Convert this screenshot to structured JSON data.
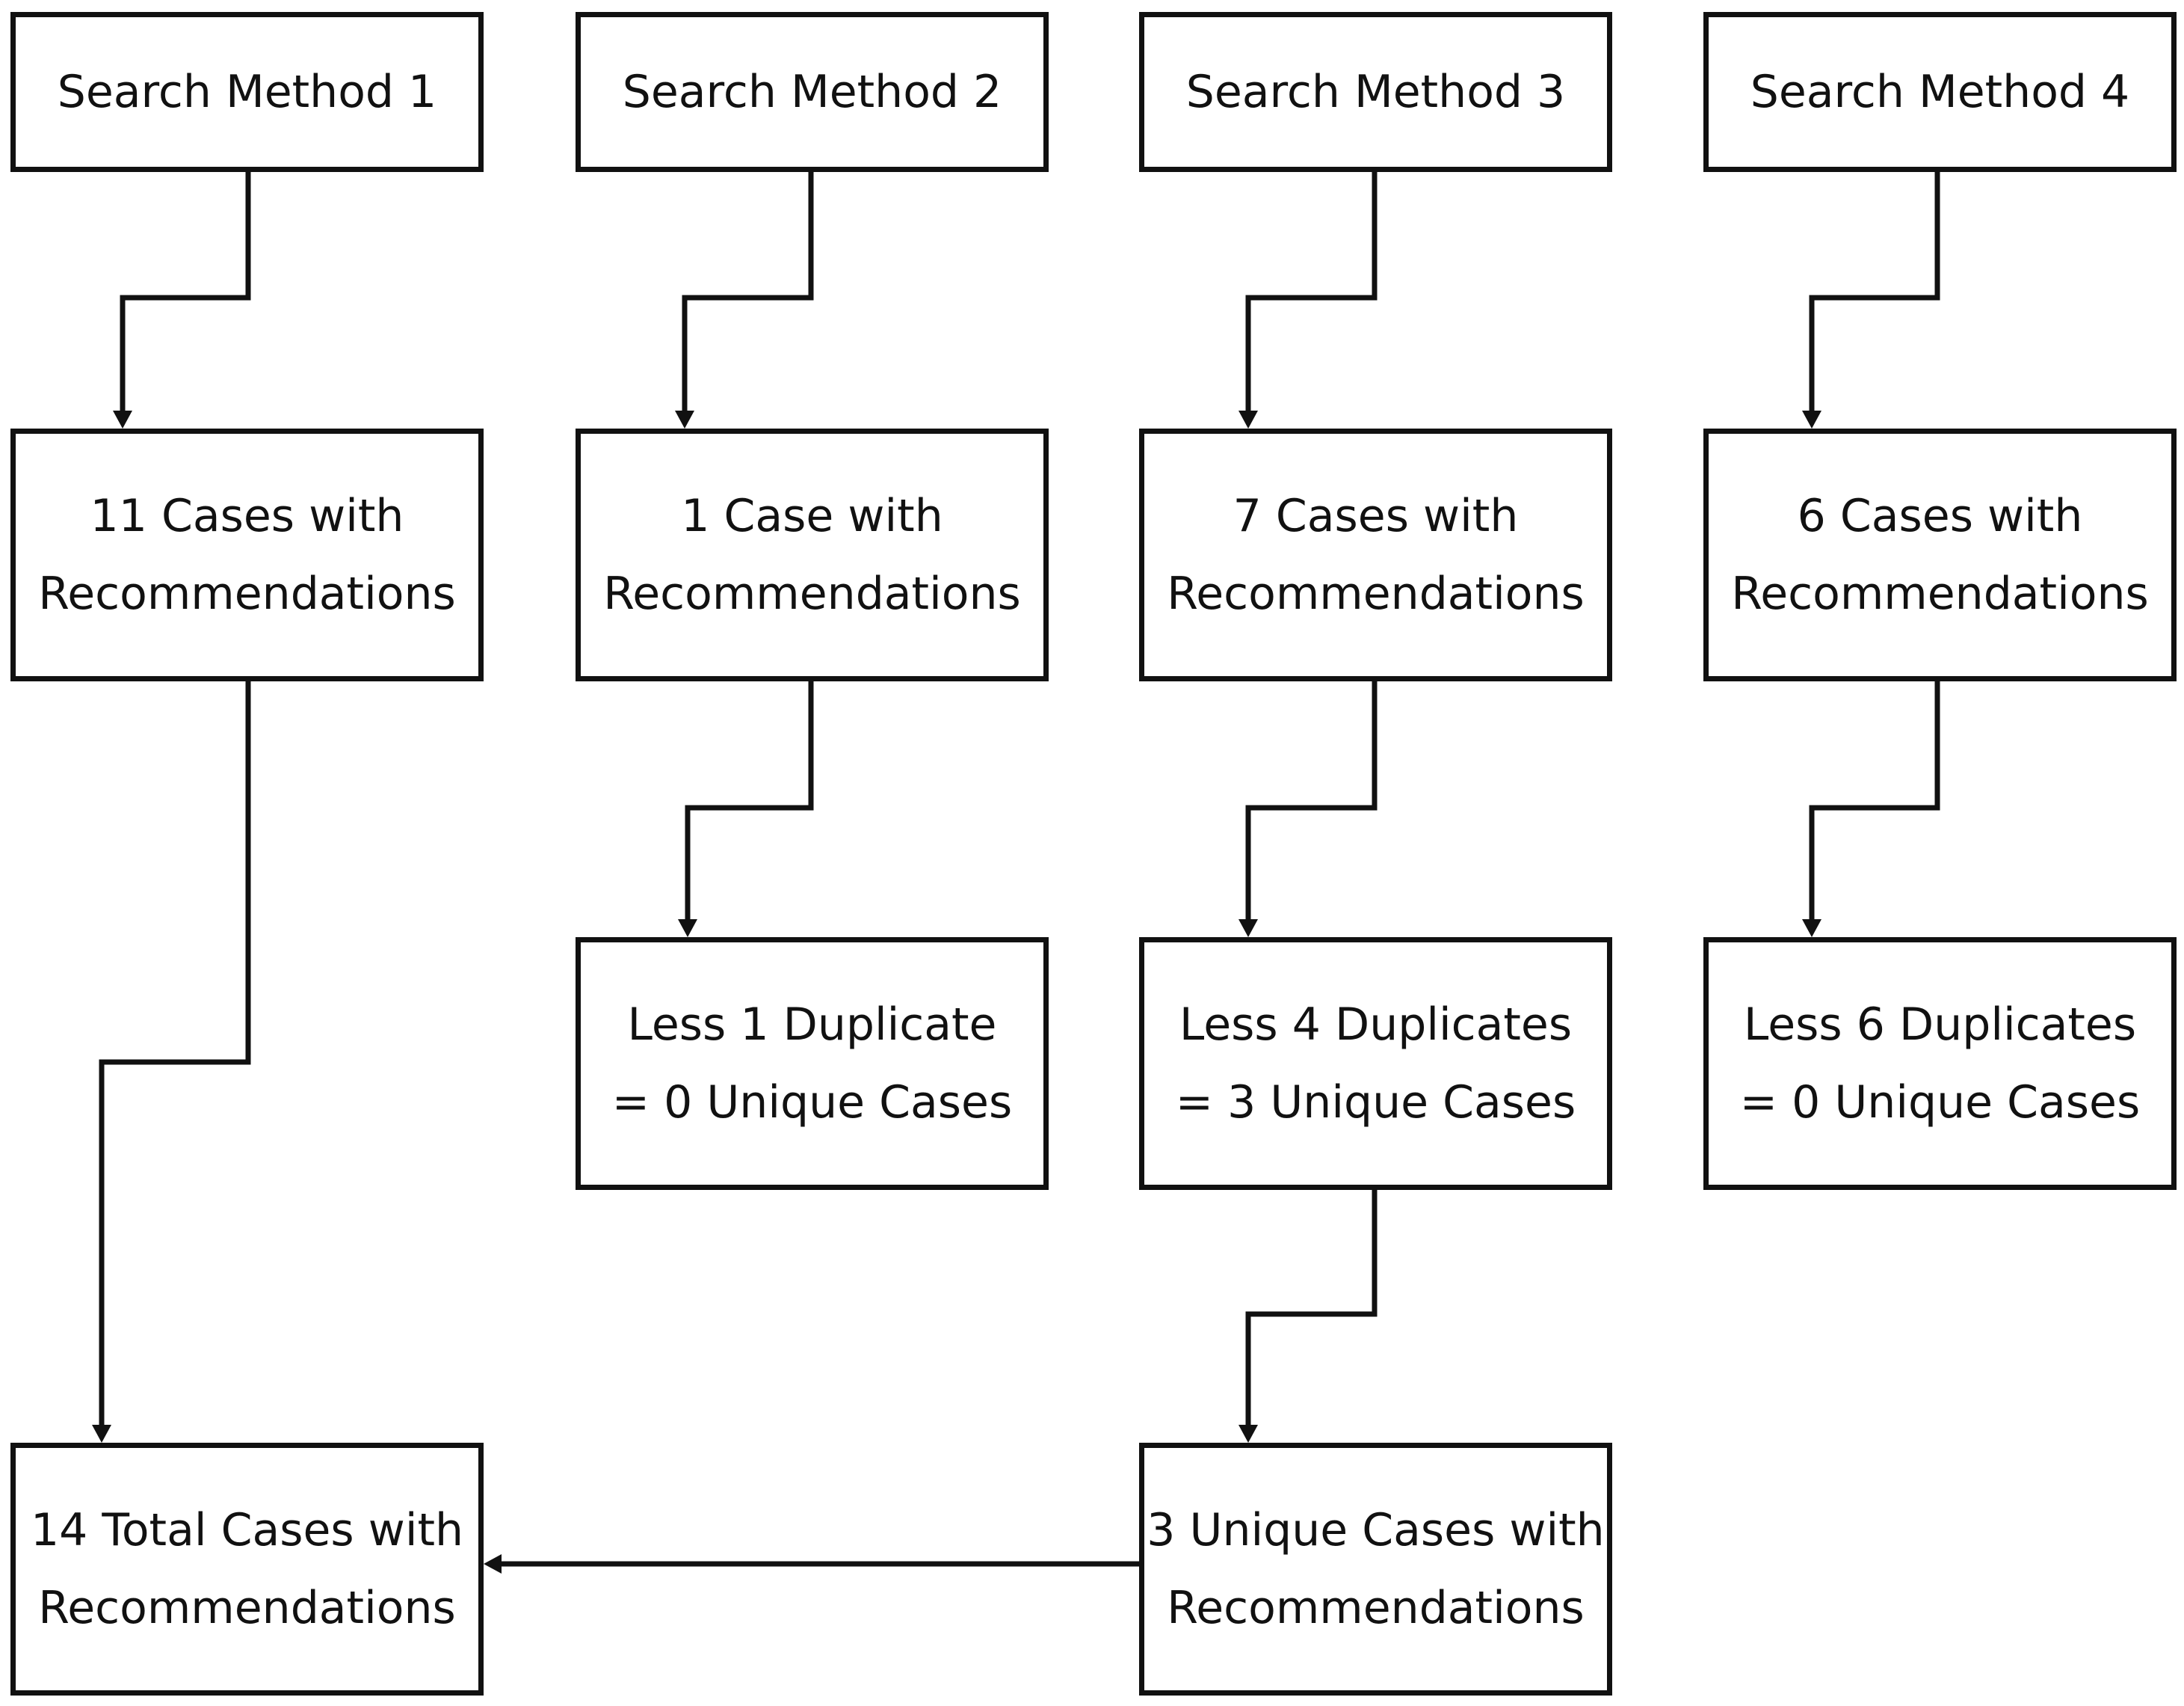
{
  "nodes": {
    "method1": {
      "line1": "Search Method 1"
    },
    "method2": {
      "line1": "Search Method 2"
    },
    "method3": {
      "line1": "Search Method 3"
    },
    "method4": {
      "line1": "Search Method 4"
    },
    "cases1": {
      "line1": "11 Cases with",
      "line2": "Recommendations"
    },
    "cases2": {
      "line1": "1 Case with",
      "line2": "Recommendations"
    },
    "cases3": {
      "line1": "7 Cases with",
      "line2": "Recommendations"
    },
    "cases4": {
      "line1": "6 Cases with",
      "line2": "Recommendations"
    },
    "dup2": {
      "line1": "Less 1 Duplicate",
      "line2": "= 0 Unique Cases"
    },
    "dup3": {
      "line1": "Less 4 Duplicates",
      "line2": "= 3 Unique Cases"
    },
    "dup4": {
      "line1": "Less 6 Duplicates",
      "line2": "= 0 Unique Cases"
    },
    "unique3": {
      "line1": "3 Unique Cases with",
      "line2": "Recommendations"
    },
    "total": {
      "line1": "14 Total Cases with",
      "line2": "Recommendations"
    }
  },
  "edges": [
    {
      "from": "method1",
      "to": "cases1"
    },
    {
      "from": "method2",
      "to": "cases2"
    },
    {
      "from": "method3",
      "to": "cases3"
    },
    {
      "from": "method4",
      "to": "cases4"
    },
    {
      "from": "cases1",
      "to": "total"
    },
    {
      "from": "cases2",
      "to": "dup2"
    },
    {
      "from": "cases3",
      "to": "dup3"
    },
    {
      "from": "cases4",
      "to": "dup4"
    },
    {
      "from": "dup3",
      "to": "unique3"
    },
    {
      "from": "unique3",
      "to": "total"
    }
  ],
  "colors": {
    "stroke": "#111111",
    "background": "#ffffff",
    "text": "#111111"
  }
}
